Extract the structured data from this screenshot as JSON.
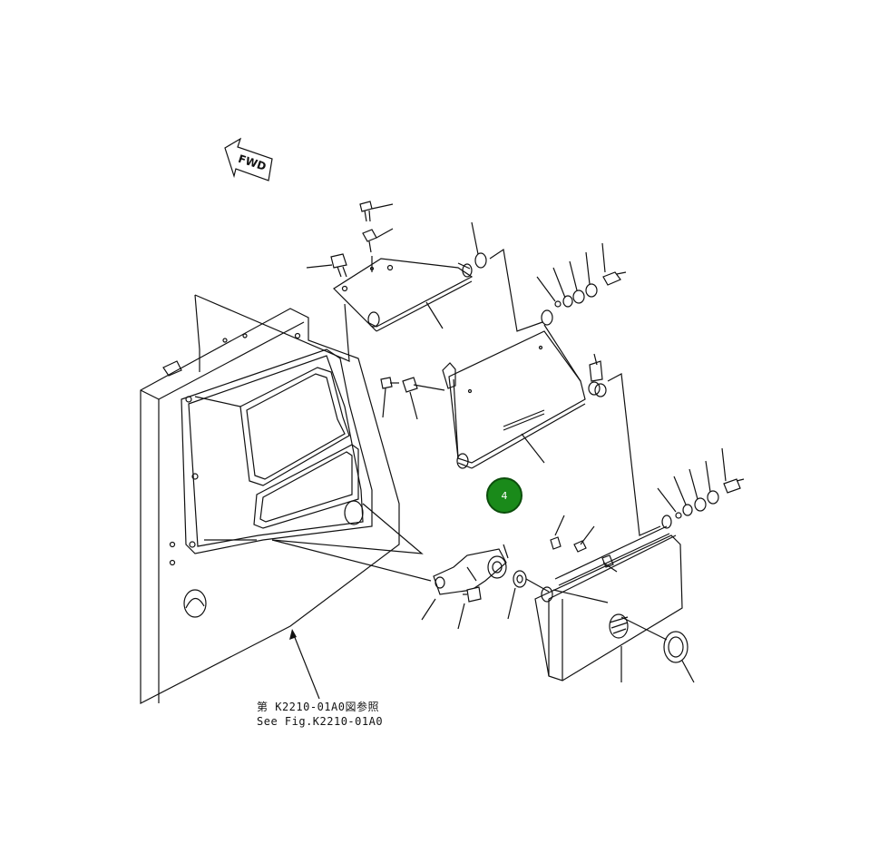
{
  "fwd_label": "FWD",
  "caption": {
    "jp": "第 K2210-01A0図参照",
    "en": "See Fig.K2210-01A0"
  },
  "callout": {
    "label": "4",
    "color": "#1a8a1a",
    "border_color": "#0b4d0b"
  }
}
